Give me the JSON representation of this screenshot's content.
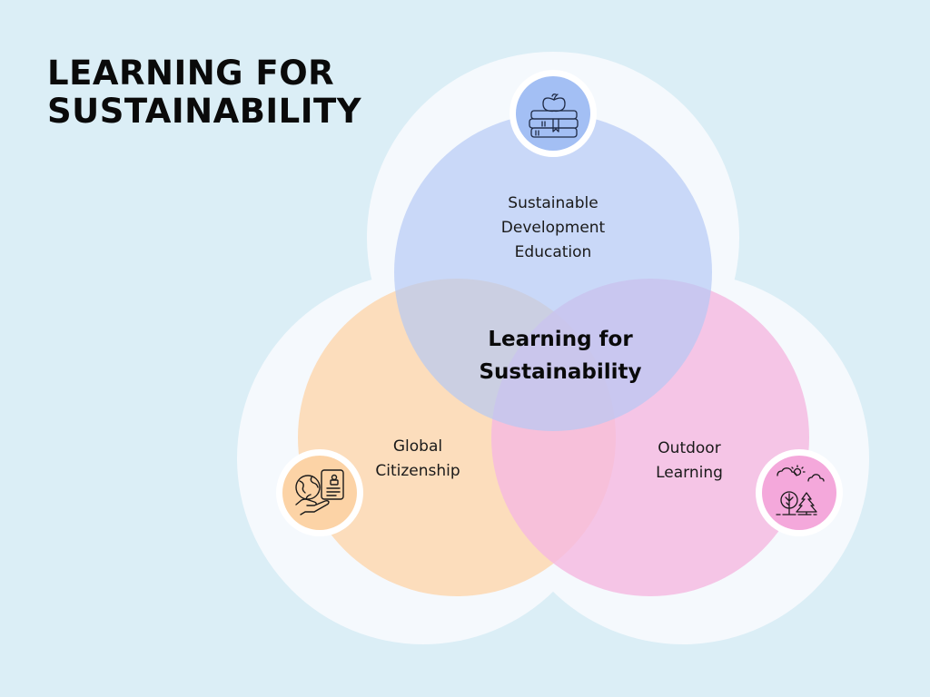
{
  "title": {
    "line1": "LEARNING FOR",
    "line2": "SUSTAINABILITY"
  },
  "center": {
    "line1": "Learning for",
    "line2": "Sustainability"
  },
  "circles": [
    {
      "id": "sde",
      "lines": [
        "Sustainable",
        "Development",
        "Education"
      ],
      "icon": "books-apple-icon",
      "color": "#c9d9f7",
      "badge_color": "#a3bff4"
    },
    {
      "id": "gc",
      "lines": [
        "Global",
        "Citizenship"
      ],
      "icon": "globe-hand-id-card-icon",
      "color": "#fddcbd",
      "badge_color": "#fcd3a6"
    },
    {
      "id": "ol",
      "lines": [
        "Outdoor",
        "Learning"
      ],
      "icon": "trees-clouds-sun-icon",
      "color": "#f6c3e5",
      "badge_color": "#f4a8db"
    }
  ],
  "colors": {
    "background": "#dbeef6",
    "halo": "#f5f9fd"
  }
}
